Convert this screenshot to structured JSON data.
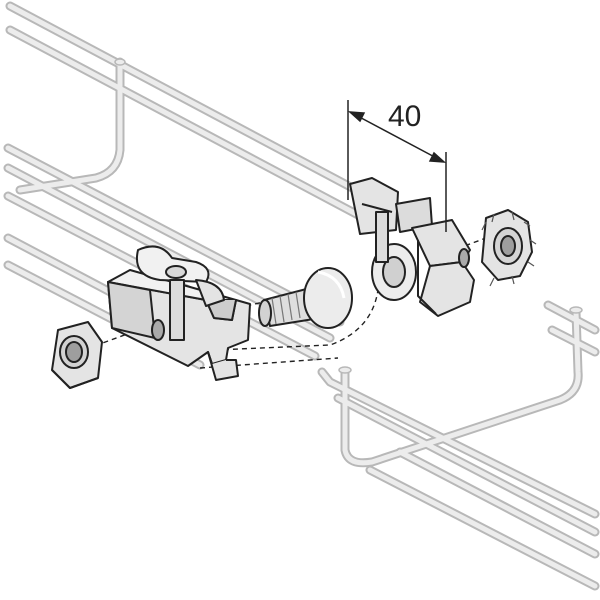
{
  "diagram": {
    "dimension_label": "40",
    "colors": {
      "background": "#ffffff",
      "wire_outline": "#b8b8b8",
      "wire_fill": "#ececec",
      "part_fill": "#e4e4e4",
      "part_shade": "#c9c9c9",
      "part_outline": "#222222",
      "dimension_line": "#222222"
    },
    "parts": [
      "wire-mesh-tray-left",
      "wire-mesh-tray-right",
      "coupler-clamp-left",
      "coupler-clamp-right",
      "hex-nut-left",
      "serrated-nut-right",
      "carriage-bolt",
      "washer"
    ]
  }
}
